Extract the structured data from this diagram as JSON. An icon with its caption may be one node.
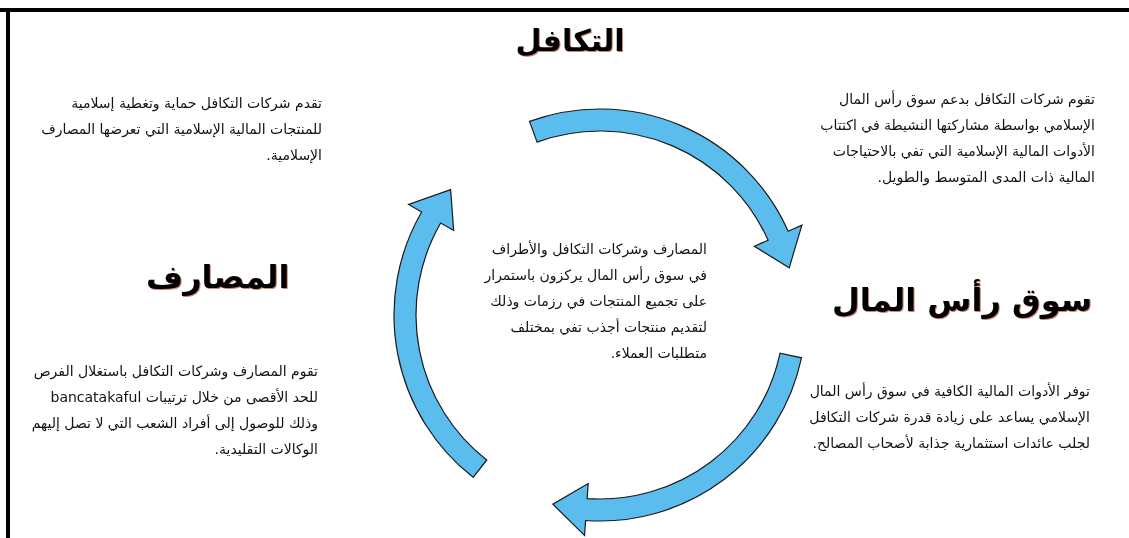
{
  "diagram": {
    "labels": [
      "التكافل",
      "تقوم شركات التكافل بدعم سوق رأس المال الإسلامي بواسطة مشاركتها النشيطة في اكتتاب الأدوات المالية الإسلامية التي تفي بالاحتياجات المالية ذات المدى المتوسط والطويل.",
      "تقدم شركات التكافل حماية وتغطية إسلامية للمنتجات المالية الإسلامية التي تعرضها المصارف الإسلامية.",
      "سوق رأس المال",
      "المصارف",
      "المصارف وشركات التكافل والأطراف في سوق رأس المال يركزون باستمرار على تجميع المنتجات في رزمات وذلك لتقديم منتجات أجذب تفي بمختلف متطلبات العملاء.",
      "توفر الأدوات المالية الكافية في سوق رأس المال الإسلامي يساعد على زيادة قدرة شركات التكافل لجلب عائدات استثمارية جذابة لأصحاب المصالح.",
      "تقوم المصارف وشركات التكافل باستغلال الفرص للحد الأقصى من خلال ترتيبات bancatakaful وذلك للوصول إلى أفراد الشعب التي لا تصل إليهم الوكالات التقليدية."
    ]
  }
}
